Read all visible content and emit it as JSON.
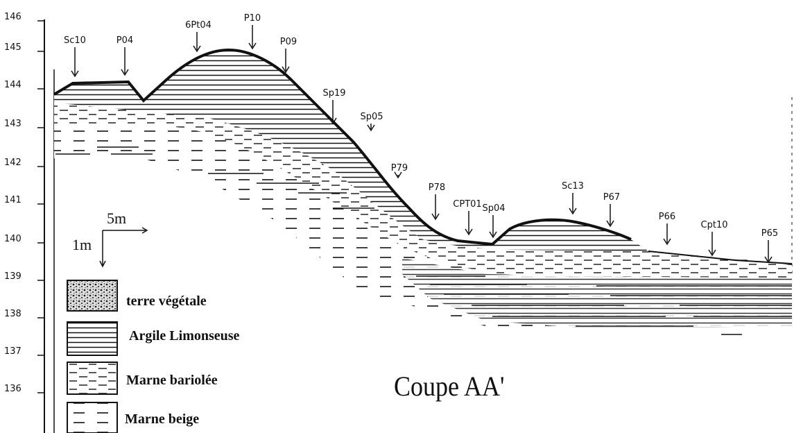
{
  "axis": {
    "ticks": [
      "146",
      "145",
      "144",
      "143",
      "142",
      "141",
      "140",
      "139",
      "138",
      "137",
      "136"
    ]
  },
  "markers": [
    {
      "id": "sc10",
      "label": "Sc10"
    },
    {
      "id": "p04",
      "label": "P04"
    },
    {
      "id": "6pt04",
      "label": "6Pt04"
    },
    {
      "id": "p10",
      "label": "P10"
    },
    {
      "id": "p09",
      "label": "P09"
    },
    {
      "id": "sp19",
      "label": "Sp19"
    },
    {
      "id": "sp05",
      "label": "Sp05"
    },
    {
      "id": "p79",
      "label": "P79"
    },
    {
      "id": "p78",
      "label": "P78"
    },
    {
      "id": "cpt01",
      "label": "CPT01"
    },
    {
      "id": "sp04",
      "label": "Sp04"
    },
    {
      "id": "sc13",
      "label": "Sc13"
    },
    {
      "id": "p67",
      "label": "P67"
    },
    {
      "id": "p66",
      "label": "P66"
    },
    {
      "id": "cpt10",
      "label": "Cpt10"
    },
    {
      "id": "p65",
      "label": "P65"
    }
  ],
  "scale": {
    "horizontal": "5m",
    "vertical": "1m"
  },
  "legend": [
    {
      "id": "terre-vegetale",
      "label": "terre végétale",
      "pattern": "speckle"
    },
    {
      "id": "argile-limonseuse",
      "label": "Argile Limonseuse",
      "pattern": "horizontal-lines"
    },
    {
      "id": "marne-bariolee",
      "label": "Marne bariolée",
      "pattern": "dashes-dense"
    },
    {
      "id": "marne-beige",
      "label": "Marne beige",
      "pattern": "dashes-sparse"
    }
  ],
  "title": "Coupe AA'",
  "colors": {
    "ink": "#111111",
    "background": "#ffffff"
  }
}
